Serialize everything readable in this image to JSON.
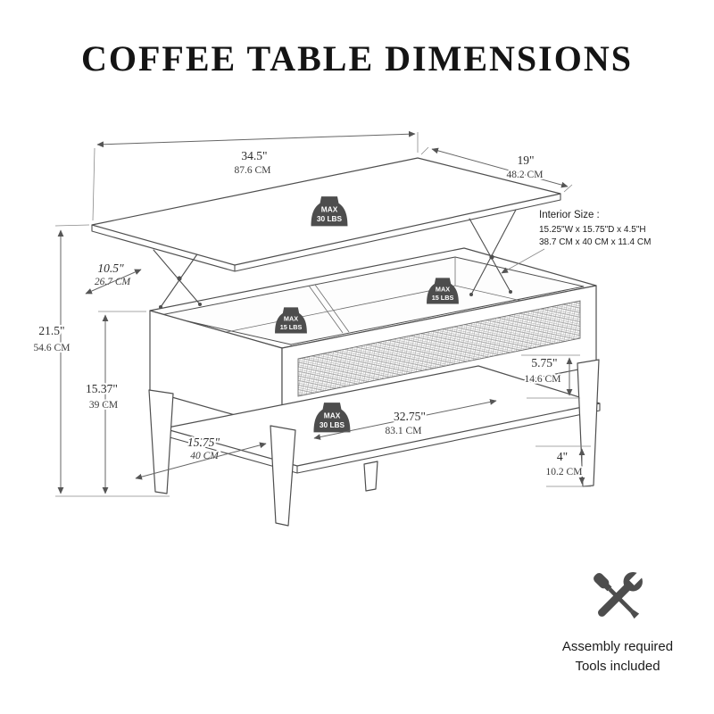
{
  "title": "COFFEE TABLE DIMENSIONS",
  "dimensions": {
    "top_width": {
      "in": "34.5\"",
      "cm": "87.6 CM"
    },
    "top_depth": {
      "in": "19\"",
      "cm": "48.2 CM"
    },
    "lift_height": {
      "in": "10.5\"",
      "cm": "26.7 CM"
    },
    "overall_height": {
      "in": "21.5\"",
      "cm": "54.6 CM"
    },
    "base_height": {
      "in": "15.37\"",
      "cm": "39 CM"
    },
    "storage_height": {
      "in": "5.75\"",
      "cm": "14.6 CM"
    },
    "shelf_width": {
      "in": "32.75\"",
      "cm": "83.1 CM"
    },
    "shelf_depth": {
      "in": "15.75\"",
      "cm": "40 CM"
    },
    "floor_clearance": {
      "in": "4\"",
      "cm": "10.2 CM"
    }
  },
  "interior_size": {
    "label": "Interior Size :",
    "imperial": "15.25\"W x 15.75\"D x 4.5\"H",
    "metric": "38.7 CM x 40 CM x 11.4 CM"
  },
  "weight_limits": {
    "tabletop": {
      "label": "MAX",
      "value": "30 LBS"
    },
    "left_compartment": {
      "label": "MAX",
      "value": "15 LBS"
    },
    "right_compartment": {
      "label": "MAX",
      "value": "15 LBS"
    },
    "shelf": {
      "label": "MAX",
      "value": "30 LBS"
    }
  },
  "assembly": {
    "line1": "Assembly required",
    "line2": "Tools included"
  },
  "colors": {
    "line": "#4f4f4f",
    "text": "#2a2a2a",
    "badge": "#4d4d4d"
  }
}
